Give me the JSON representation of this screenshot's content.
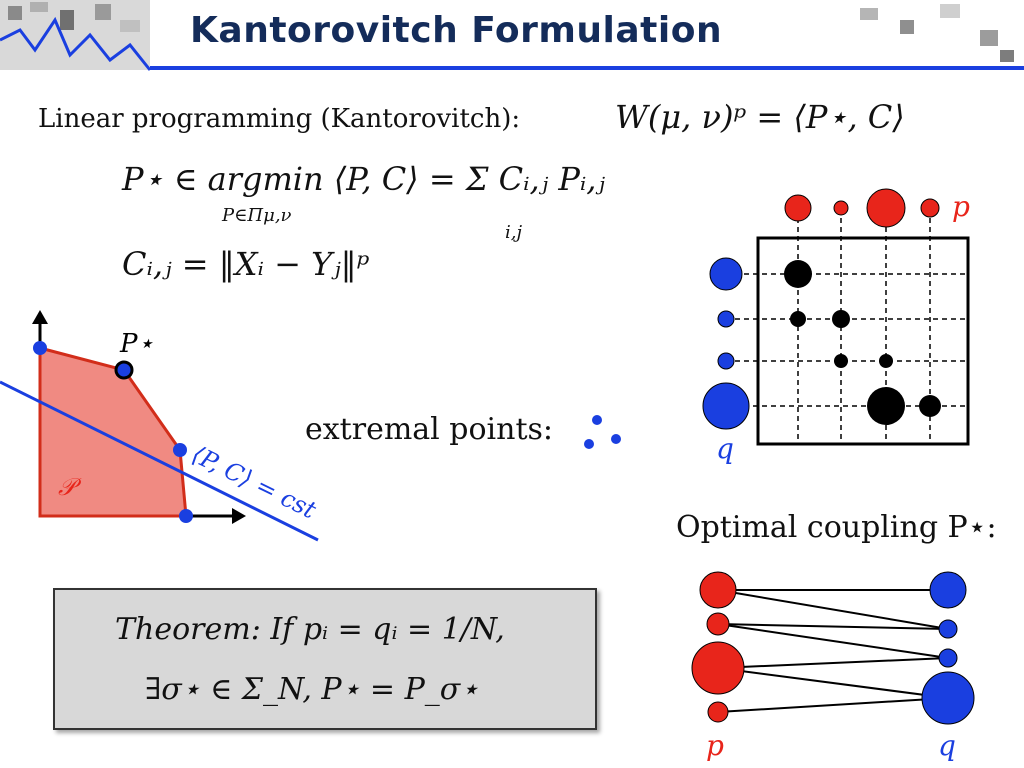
{
  "slide": {
    "title": "Kantorovitch Formulation",
    "lp_label": "Linear programming (Kantorovitch):",
    "wasserstein_eq": "W(μ, ν)ᵖ = ⟨P⋆, C⟩",
    "argmin_eq": "P⋆ ∈ argmin ⟨P, C⟩ = Σ Cᵢ,ⱼ Pᵢ,ⱼ",
    "argmin_sub": "P∈Πμ,ν",
    "sum_sub": "i,j",
    "cost_eq": "Cᵢ,ⱼ = ‖Xᵢ − Yⱼ‖ᵖ",
    "extremal_label": "extremal points:",
    "optimal_label": "Optimal coupling P⋆:",
    "polytope": {
      "pstar_label": "P⋆",
      "region_label": "𝒫",
      "line_label": "⟨P, C⟩ = cst"
    },
    "grid": {
      "p_label": "p",
      "q_label": "q"
    },
    "coupling": {
      "p_label": "p",
      "q_label": "q"
    },
    "theorem": {
      "line1": "Theorem: If pᵢ = qᵢ = 1/N,",
      "line2": "∃σ⋆ ∈ Σ_N, P⋆ = P_σ⋆"
    },
    "colors": {
      "title": "#142c5a",
      "red": "#e8251b",
      "blue": "#1a3fe0",
      "polytope_fill": "#f08a82",
      "theorem_bg": "#d8d8d8"
    },
    "icons": [
      "corner-image-icon",
      "header-rule-icon"
    ]
  }
}
